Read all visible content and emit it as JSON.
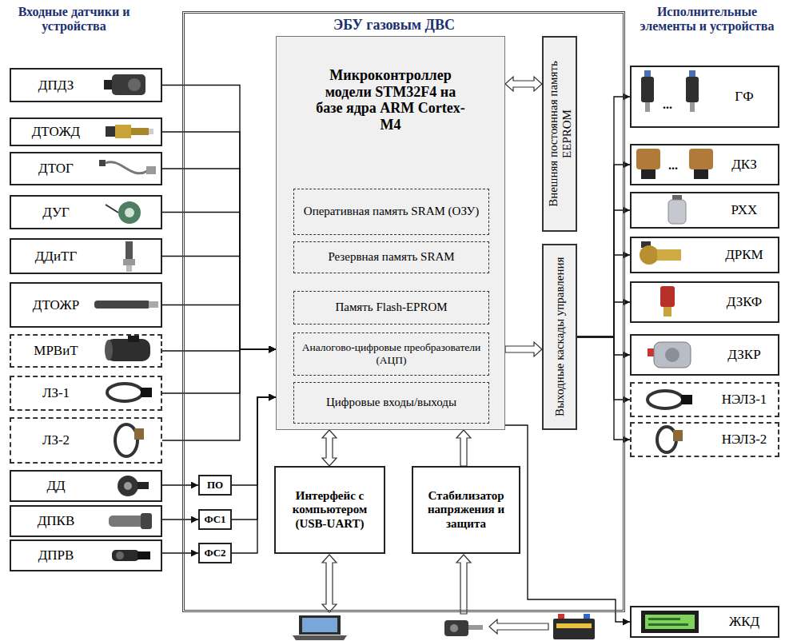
{
  "diagram": {
    "nodes": [
      {
        "text": [
          "ДПДЗ"
        ]
      },
      {
        "text": [
          "ДТОЖД"
        ]
      },
      {
        "text": [
          "ДТОГ"
        ]
      },
      {
        "text": [
          "ДУГ"
        ]
      },
      {
        "text": [
          "ДДиТГ"
        ]
      },
      {
        "text": [
          "ДТОЖР"
        ]
      },
      {
        "text": [
          "МРВиТ"
        ]
      },
      {
        "text": [
          "ЛЗ-1"
        ]
      },
      {
        "text": [
          "ЛЗ-2"
        ]
      },
      {
        "text": [
          "ДД"
        ]
      },
      {
        "text": [
          "ДПКВ"
        ]
      },
      {
        "text": [
          "ДПРВ"
        ]
      },
      {
        "text": [
          "ЭБУ газовым ДВС"
        ]
      },
      {
        "text": [
          "Микроконтроллер модели STM32F4 на базе ядра ARM Cortex-M4"
        ],
        "in": 12
      },
      {
        "text": [
          "Оперативная память SRAM (ОЗУ)"
        ],
        "in": 13
      },
      {
        "text": [
          "Резервная память SRAM"
        ],
        "in": 13
      },
      {
        "text": [
          "Память Flash-EPROM"
        ],
        "in": 13
      },
      {
        "text": [
          "Аналогово-цифровые преобразователи (АЦП)"
        ],
        "in": 13
      },
      {
        "text": [
          "Цифровые входы/выходы"
        ],
        "in": 13
      },
      {
        "text": [
          "Внешняя постоянная память EEPROM"
        ],
        "in": 12
      },
      {
        "text": [
          "Выходные каскады управления"
        ],
        "in": 12
      },
      {
        "text": [
          "ПО"
        ],
        "in": 12
      },
      {
        "text": [
          "ФС1"
        ],
        "in": 12
      },
      {
        "text": [
          "ФС2"
        ],
        "in": 12
      },
      {
        "text": [
          "Интерфейс с компьютером (USB-UART)"
        ],
        "in": 12
      },
      {
        "text": [
          "Стабилизатор напряжения и защита"
        ],
        "in": 12
      },
      {
        "text": [
          "ГФ"
        ]
      },
      {
        "text": [
          "ДКЗ"
        ]
      },
      {
        "text": [
          "РХХ"
        ]
      },
      {
        "text": [
          "ДРКМ"
        ]
      },
      {
        "text": [
          "ДЗКФ"
        ]
      },
      {
        "text": [
          "ДЗКР"
        ]
      },
      {
        "text": [
          "НЭЛЗ-1"
        ]
      },
      {
        "text": [
          "НЭЛЗ-2"
        ]
      },
      {
        "text": [
          "ЖКД"
        ]
      }
    ],
    "edges": [
      {
        "from": 0,
        "to": 13,
        "arrow": "to"
      },
      {
        "from": 1,
        "to": 13,
        "arrow": "to"
      },
      {
        "from": 2,
        "to": 13,
        "arrow": "to"
      },
      {
        "from": 3,
        "to": 13,
        "arrow": "to"
      },
      {
        "from": 4,
        "to": 13,
        "arrow": "to"
      },
      {
        "from": 5,
        "to": 13,
        "arrow": "to"
      },
      {
        "from": 6,
        "to": 13,
        "arrow": "to"
      },
      {
        "from": 7,
        "to": 13,
        "arrow": "to"
      },
      {
        "from": 8,
        "to": 13,
        "arrow": "to"
      },
      {
        "from": 9,
        "to": 21,
        "arrow": "to"
      },
      {
        "from": 10,
        "to": 22,
        "arrow": "to"
      },
      {
        "from": 11,
        "to": 23,
        "arrow": "to"
      },
      {
        "from": 21,
        "to": 13,
        "arrow": "to"
      },
      {
        "from": 22,
        "to": 13,
        "arrow": "to"
      },
      {
        "from": 23,
        "to": 13,
        "arrow": "to"
      },
      {
        "from": 13,
        "to": 19,
        "arrow": "both"
      },
      {
        "from": 13,
        "to": 20,
        "arrow": "to"
      },
      {
        "from": 20,
        "to": 26,
        "arrow": "to"
      },
      {
        "from": 20,
        "to": 27,
        "arrow": "to"
      },
      {
        "from": 20,
        "to": 28,
        "arrow": "to"
      },
      {
        "from": 20,
        "to": 29,
        "arrow": "to"
      },
      {
        "from": 20,
        "to": 30,
        "arrow": "to"
      },
      {
        "from": 20,
        "to": 31,
        "arrow": "to"
      },
      {
        "from": 20,
        "to": 32,
        "arrow": "to"
      },
      {
        "from": 20,
        "to": 33,
        "arrow": "to"
      },
      {
        "from": 13,
        "to": 34,
        "arrow": "to"
      },
      {
        "from": 13,
        "to": 24,
        "arrow": "both"
      },
      {
        "from": 25,
        "to": 13,
        "arrow": "to"
      }
    ],
    "labels": [
      "Входные датчики и устройства",
      "Исполнительные элементы и устройства",
      "...",
      "..."
    ]
  }
}
